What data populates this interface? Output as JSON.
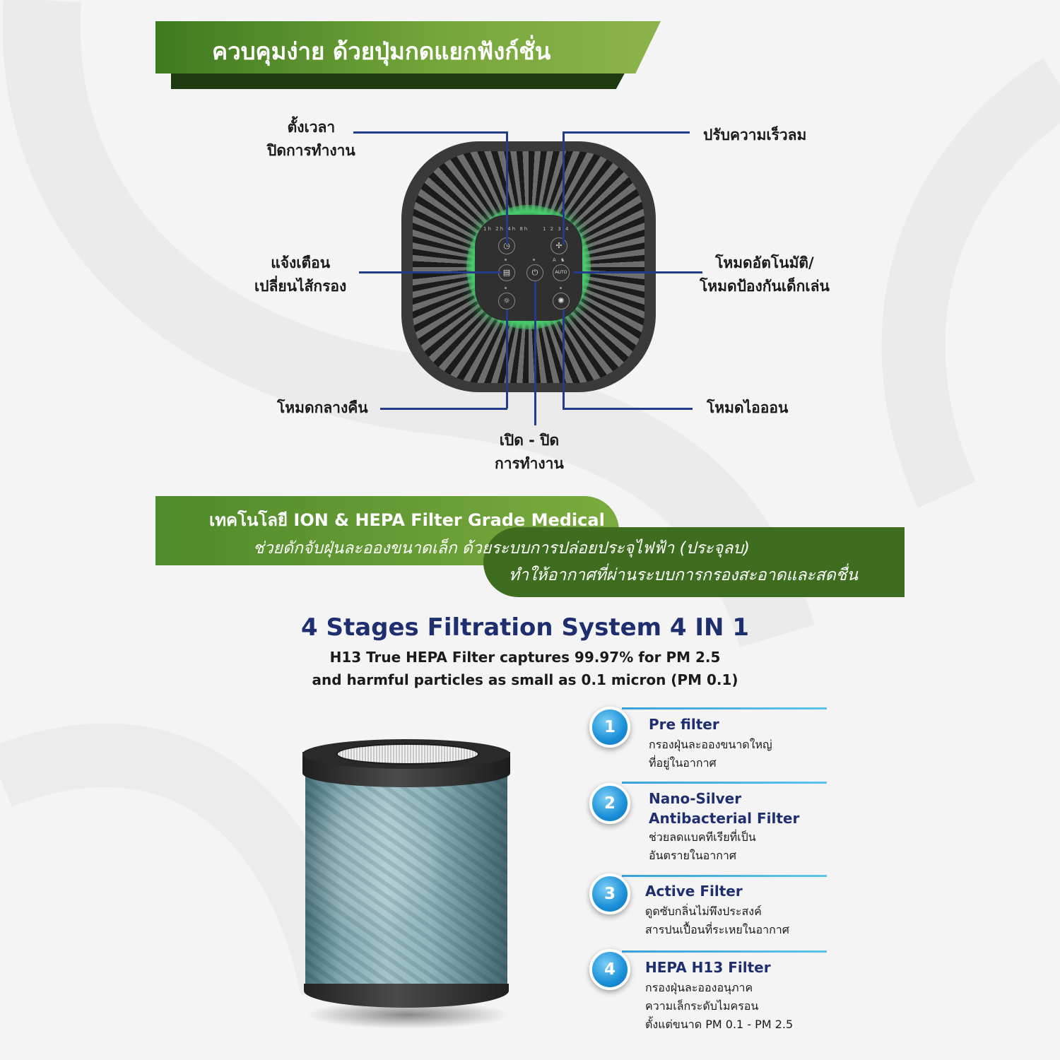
{
  "banner1": {
    "text": "ควบคุมง่าย ด้วยปุ่มกดแยกฟังก์ชั่น"
  },
  "controls": {
    "timer": [
      "ตั้งเวลา",
      "ปิดการทำงาน"
    ],
    "fan_speed": "ปรับความเร็วลม",
    "filter_alert": [
      "แจ้งเตือน",
      "เปลี่ยนไส้กรอง"
    ],
    "auto_mode": [
      "โหมดอัตโนมัติ/",
      "โหมดป้องกันเด็กเล่น"
    ],
    "night_mode": "โหมดกลางคืน",
    "ion_mode": "โหมดไอออน",
    "power": [
      "เปิด - ปิด",
      "การทำงาน"
    ],
    "panel_auto_label": "AUTO"
  },
  "banner2": {
    "title": "เทคโนโลยี ION & HEPA Filter Grade Medical",
    "line1": "ช่วยดักจับฝุ่นละอองขนาดเล็ก ด้วยระบบการปล่อยประจุไฟฟ้า (ประจุลบ)",
    "line2": "ทำให้อากาศที่ผ่านระบบการกรองสะอาดและสดชื่น"
  },
  "stages": {
    "title": "4 Stages Filtration System 4 IN 1",
    "subtitle1": "H13 True HEPA Filter captures 99.97% for PM 2.5",
    "subtitle2": "and harmful particles as small as 0.1 micron (PM 0.1)",
    "items": [
      {
        "num": "1",
        "name": [
          "Pre filter"
        ],
        "desc": [
          "กรองฝุ่นละอองขนาดใหญ่",
          "ที่อยู่ในอากาศ"
        ]
      },
      {
        "num": "2",
        "name": [
          "Nano-Silver",
          "Antibacterial Filter"
        ],
        "desc": [
          "ช่วยลดแบคทีเรียที่เป็น",
          "อันตรายในอากาศ"
        ]
      },
      {
        "num": "3",
        "name": [
          "Active Filter"
        ],
        "desc": [
          "ดูดซับกลิ่นไม่พึงประสงค์",
          "สารปนเปื้อนที่ระเหยในอากาศ"
        ]
      },
      {
        "num": "4",
        "name": [
          "HEPA H13 Filter"
        ],
        "desc": [
          "กรองฝุ่นละอองอนุภาค",
          "ความเล็กระดับไมครอน",
          "ตั้งแต่ขนาด PM 0.1 - PM 2.5"
        ]
      }
    ]
  },
  "colors": {
    "green_light": "#7aab3e",
    "green_dark": "#3e6d1f",
    "navy": "#1f2e6e",
    "line_blue": "#243a8a",
    "stage_blue": "#1a8fd8"
  }
}
